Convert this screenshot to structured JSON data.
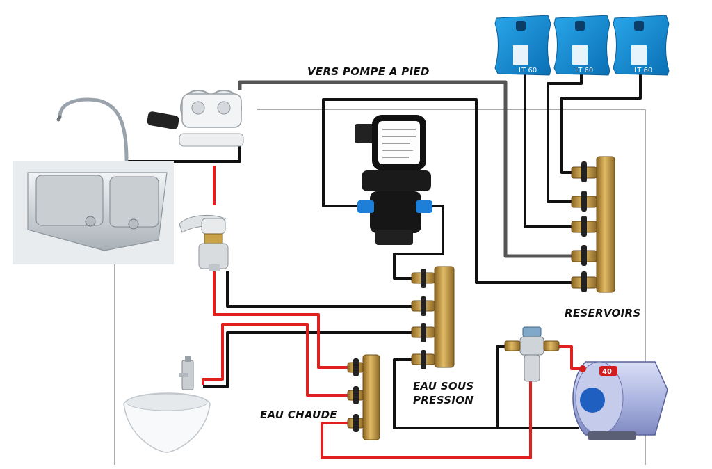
{
  "labels": {
    "vers_pompe_a_pied": "VERS POMPE A PIED",
    "reservoirs": "RESERVOIRS",
    "eau_sous_line1": "EAU SOUS",
    "eau_sous_line2": "PRESSION",
    "eau_chaude": "EAU CHAUDE"
  },
  "tank_bags": [
    {
      "label": "LT 60"
    },
    {
      "label": "LT 60"
    },
    {
      "label": "LT 60"
    }
  ],
  "heater_badge": "40",
  "colors": {
    "cold_pipe": "#111111",
    "hot_pipe": "#e0201e",
    "foot_pump_pipe": "#555555",
    "brass": "#c99a3e",
    "tank_blue": "#1a8fd6",
    "heater_body": "#b7c0e6"
  }
}
